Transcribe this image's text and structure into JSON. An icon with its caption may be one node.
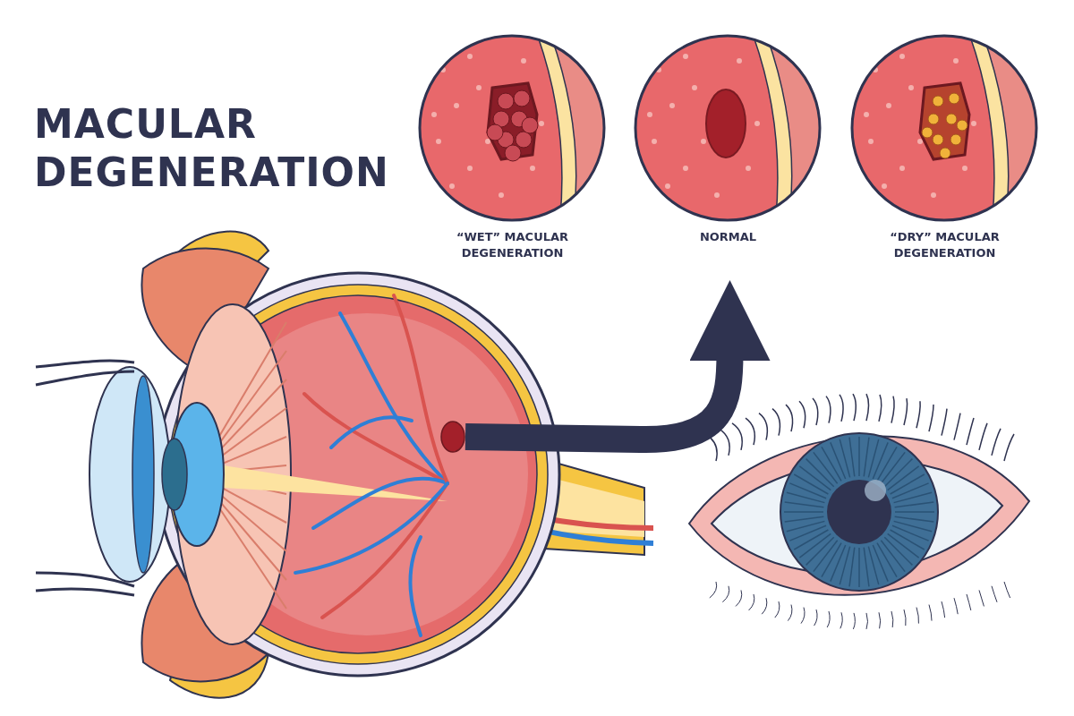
{
  "diagram": {
    "title": "MACULAR DEGENERATION",
    "nodes": [
      {
        "text": [
          "“WET” MACULAR DEGENERATION"
        ]
      },
      {
        "text": [
          "NORMAL"
        ]
      },
      {
        "text": [
          "“DRY” MACULAR DEGENERATION"
        ]
      },
      {
        "text": [],
        "shape": "circle"
      }
    ],
    "edges": [
      {
        "from": 3,
        "to": 1,
        "arrow": "to"
      }
    ]
  }
}
